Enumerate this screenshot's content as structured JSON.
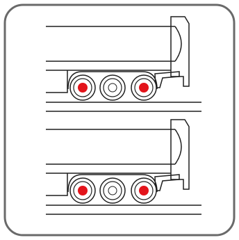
{
  "colors": {
    "background": "#ffffff",
    "frame_stroke": "#6a6a6a",
    "line": "#1f1f1f",
    "wheel_fill": "#ffffff",
    "lifted_axle_marker": "#e3141b",
    "free_axle_marker": "#ffffff"
  },
  "figure": {
    "icon": "tanker-trailer-axle-lift-icon",
    "diagrams": [
      {
        "name": "tanker-diagram-top",
        "axles": [
          {
            "name": "axle-1",
            "marker": "red"
          },
          {
            "name": "axle-2",
            "marker": "white"
          },
          {
            "name": "axle-3",
            "marker": "red"
          }
        ]
      },
      {
        "name": "tanker-diagram-bottom",
        "axles": [
          {
            "name": "axle-1",
            "marker": "red"
          },
          {
            "name": "axle-2",
            "marker": "white"
          },
          {
            "name": "axle-3",
            "marker": "red"
          }
        ]
      }
    ]
  }
}
